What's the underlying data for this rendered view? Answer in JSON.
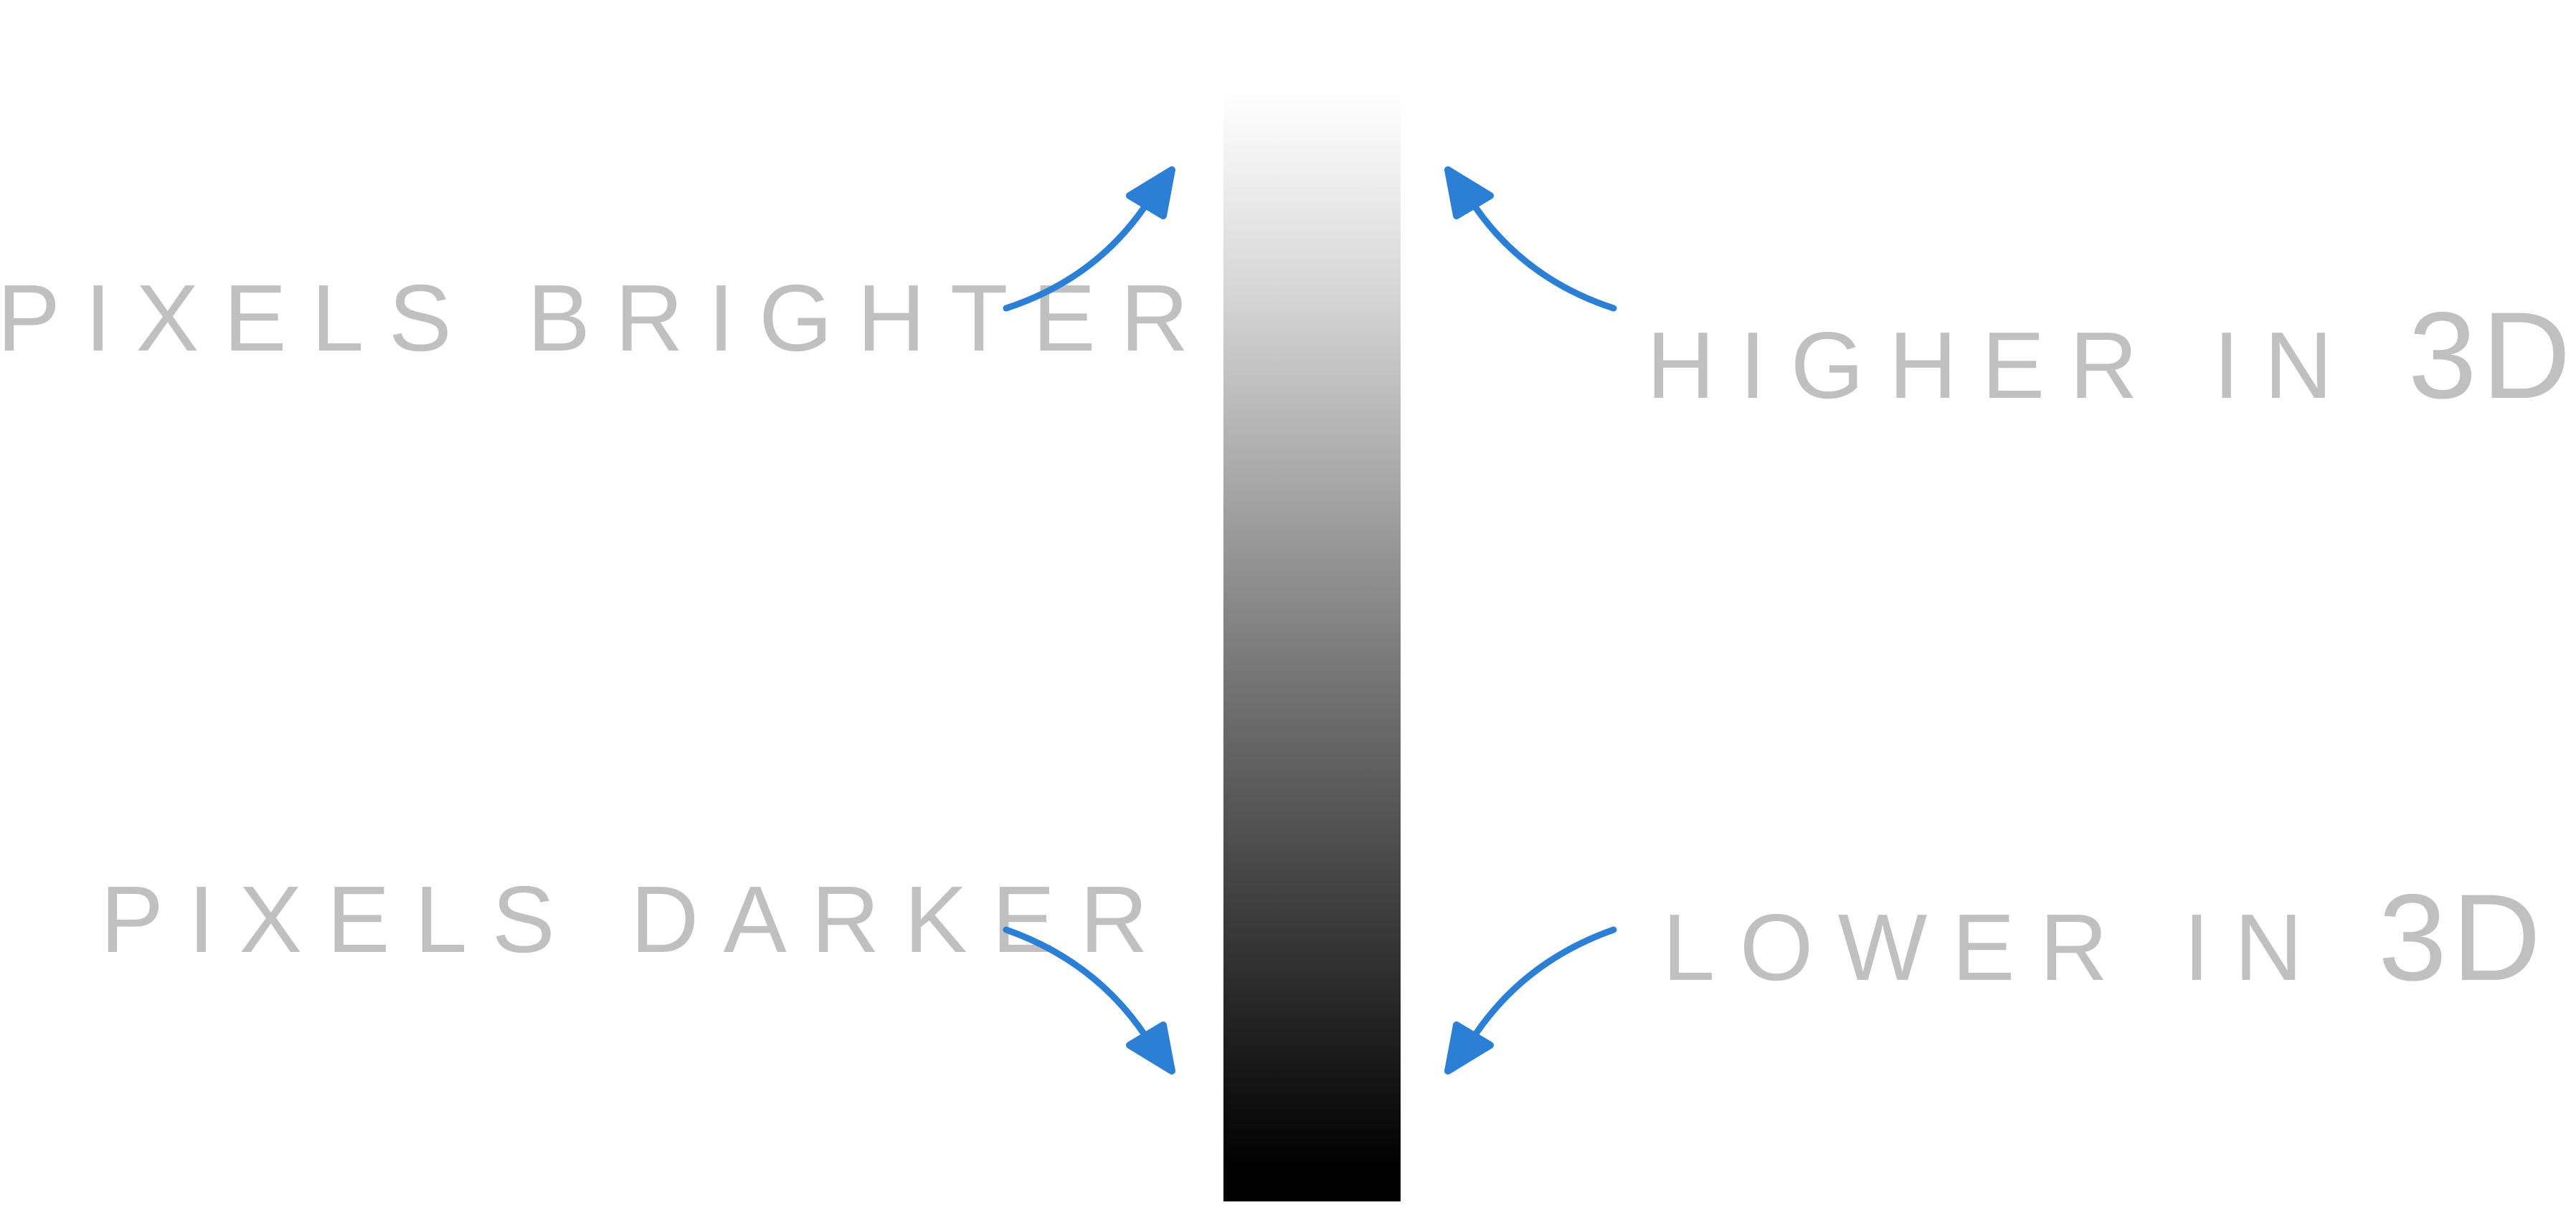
{
  "colors": {
    "text": "#c0c0c0",
    "arrow": "#2b7fd4"
  },
  "labels": {
    "brighter": "PIXELS BRIGHTER",
    "darker": "PIXELS DARKER",
    "higher_prefix": "HIGHER IN ",
    "higher_suffix": "3D",
    "lower_prefix": "LOWER IN ",
    "lower_suffix": "3D"
  }
}
